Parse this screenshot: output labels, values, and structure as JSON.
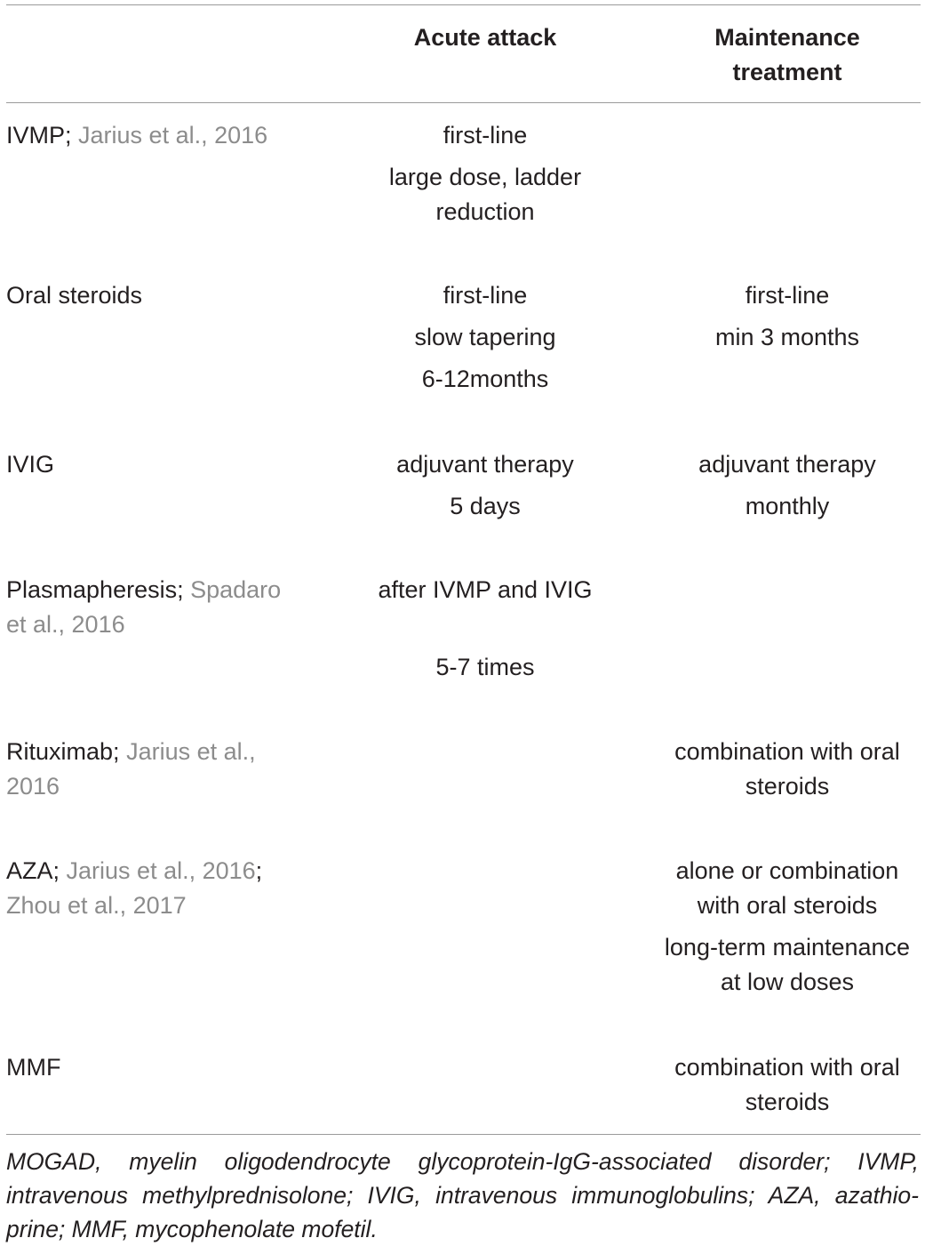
{
  "header": {
    "col_name": "",
    "col_acute": "Acute attack",
    "col_maint_line1": "Maintenance",
    "col_maint_line2": "treatment"
  },
  "rows": [
    {
      "name": "IVMP",
      "ref": "Jarius et al., 2016",
      "acute": [
        "first-line",
        "large dose, ladder",
        "reduction"
      ],
      "maint": []
    },
    {
      "name": "Oral steroids",
      "ref": "",
      "acute": [
        "first-line",
        "slow tapering",
        "6-12months"
      ],
      "maint": [
        "first-line",
        "min 3 months"
      ]
    },
    {
      "name": "IVIG",
      "ref": "",
      "acute": [
        "adjuvant therapy",
        "5 days"
      ],
      "maint": [
        "adjuvant therapy",
        "monthly"
      ]
    },
    {
      "name": "Plasmapheresis",
      "ref_line1": "Spadaro",
      "ref_line2": "et al., 2016",
      "acute": [
        "after IVMP and IVIG",
        "5-7 times"
      ],
      "maint": []
    },
    {
      "name": "Rituximab",
      "ref_line1": "Jarius et al.,",
      "ref_line2": "2016",
      "acute": [],
      "maint": [
        "combination with oral",
        "steroids"
      ]
    },
    {
      "name": "AZA",
      "ref_line1": "Jarius et al., 2016",
      "ref_sep": ";",
      "ref_line2": "Zhou et al., 2017",
      "acute": [],
      "maint": [
        "alone or combination",
        "with oral steroids",
        "long-term maintenance",
        "at low doses"
      ]
    },
    {
      "name": "MMF",
      "ref": "",
      "acute": [],
      "maint": [
        "combination with oral",
        "steroids"
      ]
    }
  ],
  "footnote": "MOGAD, myelin oligodendrocyte glycoprotein-IgG-associated disorder; IVMP, intravenous methylprednisolone; IVIG, intravenous immunoglobulins; AZA, azathio-prine; MMF, mycophenolate mofetil."
}
